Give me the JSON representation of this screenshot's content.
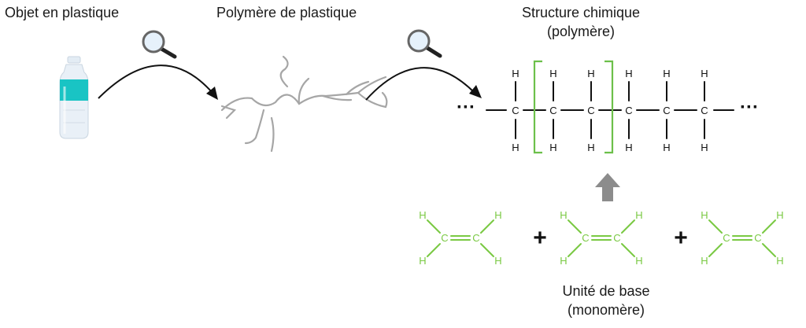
{
  "labels": {
    "plastic_object": "Objet en plastique",
    "plastic_polymer": "Polymère de plastique",
    "chem_structure_line1": "Structure chimique",
    "chem_structure_line2": "(polymère)",
    "base_unit_line1": "Unité de base",
    "base_unit_line2": "(monomère)"
  },
  "chain": {
    "ellipsis": "···",
    "carbon": "C",
    "hydrogen": "H",
    "plus": "+"
  },
  "colors": {
    "monomer": "#7ac943",
    "bracket": "#6cc04a",
    "bottle_label": "#19c4c4",
    "polymer_strand": "#a6a6a6",
    "arrow_up": "#8c8c8c",
    "text": "#1a1a1a"
  },
  "icons": [
    "magnifier-icon",
    "bottle-icon",
    "curved-arrow-icon",
    "up-arrow-icon"
  ]
}
